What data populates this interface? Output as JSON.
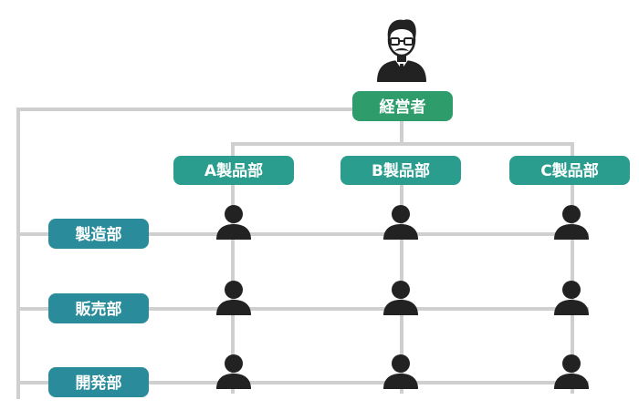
{
  "executive": {
    "label": "経営者",
    "icon": "executive-avatar-icon"
  },
  "products": [
    {
      "label": "A製品部"
    },
    {
      "label": "B製品部"
    },
    {
      "label": "C製品部"
    }
  ],
  "functions": [
    {
      "label": "製造部"
    },
    {
      "label": "販売部"
    },
    {
      "label": "開発部"
    }
  ],
  "member_icon": "person-icon",
  "colors": {
    "executive_box": "#2e9d6b",
    "product_box": "#2a9d8f",
    "function_box": "#2a8c9b",
    "line": "#cfcfcf",
    "person": "#222222"
  }
}
